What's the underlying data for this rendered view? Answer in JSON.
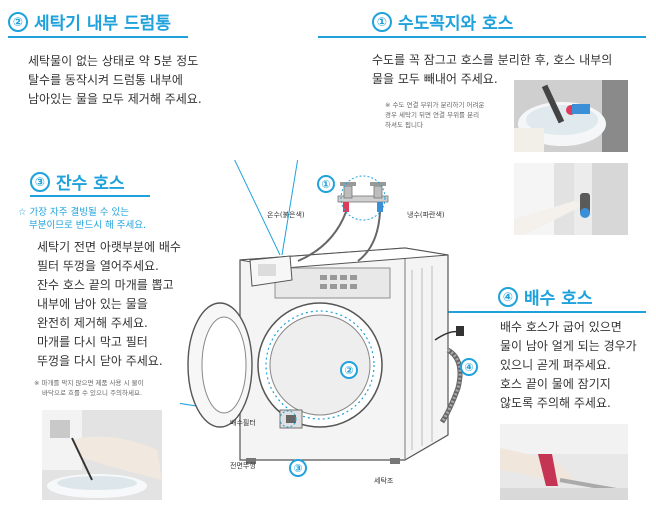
{
  "section_drum": {
    "number": "②",
    "title": "세탁기 내부 드럼통",
    "lines": [
      "세탁물이 없는 상태로 약 5분 정도",
      "탈수를 동작시켜 드럼통 내부에",
      "남아있는 물을 모두 제거해 주세요."
    ]
  },
  "section_faucet": {
    "number": "①",
    "title": "수도꼭지와 호스",
    "lines": [
      "수도를 꼭 잠그고 호스를 분리한 후, 호스 내부의",
      "물을 모두 빼내어 주세요."
    ],
    "note_lines": [
      "※ 수도 연결 부위가 분리하기 어려운",
      "경우 세탁기 뒤면 연결 부위를 분리",
      "하셔도 됩니다"
    ]
  },
  "section_residual": {
    "number": "③",
    "title": "잔수 호스",
    "warning_lines": [
      "☆ 가장 자주 결빙될 수 있는",
      "부분이므로 반드시 해 주세요."
    ],
    "lines": [
      "세탁기 전면 아랫부분에 배수",
      "필터 뚜껑을 열어주세요.",
      "잔수 호스 끝의 마개를 뽑고",
      "내부에 남아 있는 물을",
      "완전히 제거해 주세요.",
      "마개를 다시 막고 필터",
      "뚜껑을 다시 닫아 주세요."
    ],
    "note_lines": [
      "※ 마개를 막지 않으면 제품 사용 시 물이",
      "바닥으로 흐를 수 있으니 주의하세요."
    ]
  },
  "section_drain": {
    "number": "④",
    "title": "배수 호스",
    "lines": [
      "배수 호스가 굽어 있으면",
      "물이 남아 얼게 되는 경우가",
      "있으니 곧게 펴주세요.",
      "호스 끝이 물에 잠기지",
      "않도록 주의해 주세요."
    ]
  },
  "diagram_labels": {
    "hot_water": "온수(붉은색)",
    "cold_water": "냉수(파란색)",
    "drain_filter": "배수필터",
    "front_cover": "전면뚜껑",
    "drum": "세탁조"
  },
  "callouts": [
    "①",
    "②",
    "③",
    "④"
  ],
  "colors": {
    "accent": "#1fa2dc",
    "text": "#333333"
  }
}
